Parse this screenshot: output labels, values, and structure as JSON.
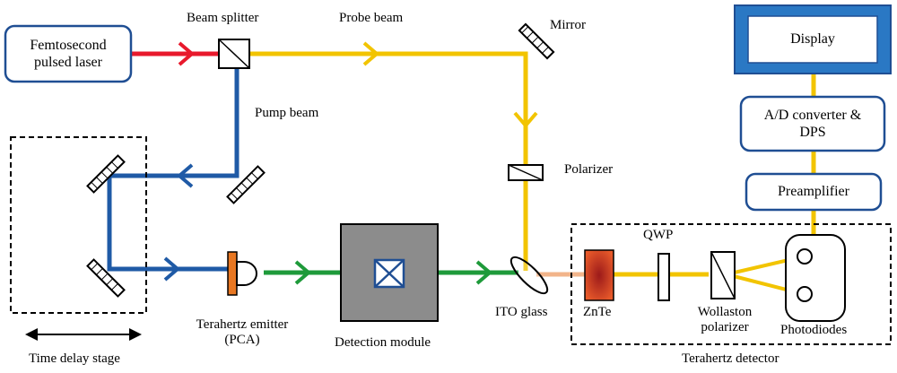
{
  "boxes": {
    "laser": "Femtosecond pulsed laser",
    "display": "Display",
    "adc": "A/D converter & DPS",
    "preamp": "Preamplifier"
  },
  "labels": {
    "beam_splitter": "Beam splitter",
    "probe_beam": "Probe beam",
    "mirror": "Mirror",
    "pump_beam": "Pump beam",
    "polarizer": "Polarizer",
    "qwp": "QWP",
    "terahertz_emitter": "Terahertz emitter",
    "pca": "(PCA)",
    "detection_module": "Detection module",
    "ito_glass": "ITO glass",
    "znte": "ZnTe",
    "wollaston": "Wollaston",
    "wollaston_polarizer": "polarizer",
    "photodiodes": "Photodiodes",
    "time_delay_stage": "Time delay stage",
    "terahertz_detector": "Terahertz detector"
  },
  "colors": {
    "laser_red": "#e8192c",
    "probe_yellow": "#f2c400",
    "pump_blue": "#1f5aa6",
    "thz_green": "#1e9a3a",
    "box_border": "#1f4e93",
    "display_frame": "#2a78c4",
    "module_gray": "#8c8c8c",
    "emitter_orange": "#e87722",
    "znte_red": "#d9381e",
    "ito_beam": "#f2b48a"
  }
}
